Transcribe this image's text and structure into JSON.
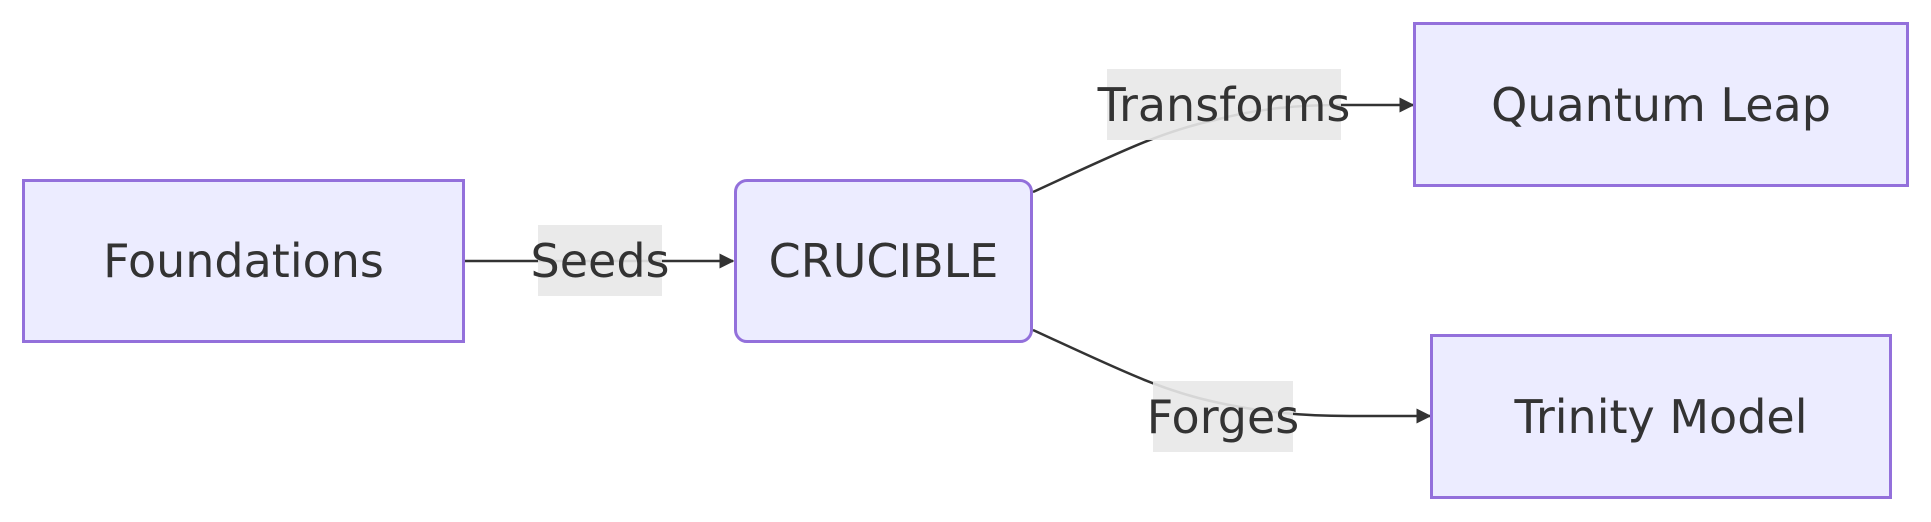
{
  "diagram": {
    "nodes": {
      "foundations": "Foundations",
      "crucible": "CRUCIBLE",
      "quantum_leap": "Quantum Leap",
      "trinity_model": "Trinity Model"
    },
    "edges": {
      "seeds": "Seeds",
      "transforms": "Transforms",
      "forges": "Forges"
    }
  },
  "colors": {
    "node_fill": "#ececff",
    "node_border": "#9370db",
    "edge": "#333333",
    "label_bg": "#e8e8e8",
    "text": "#333333"
  }
}
